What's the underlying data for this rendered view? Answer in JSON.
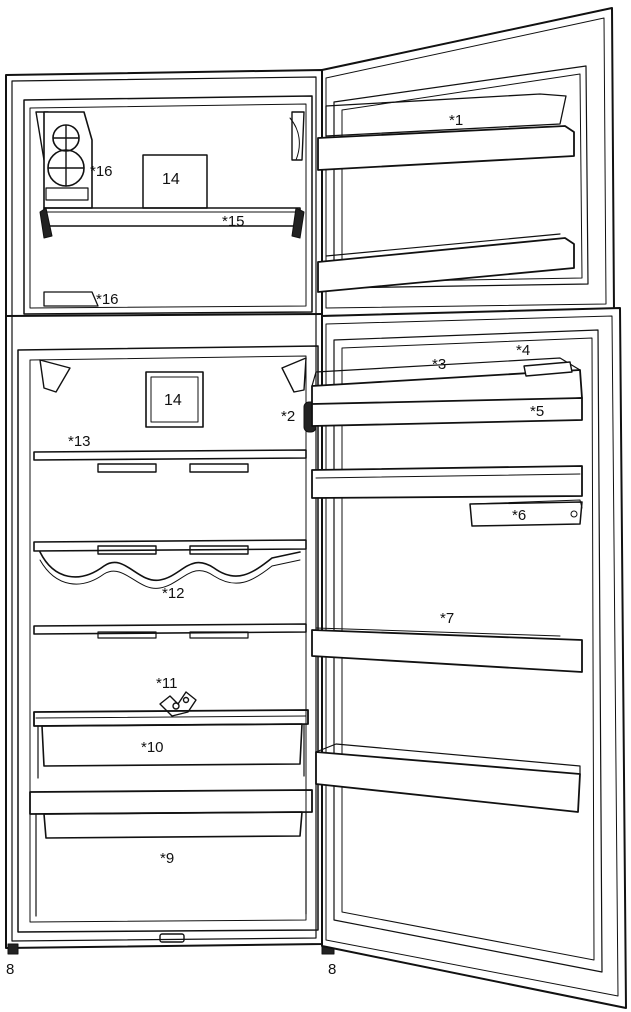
{
  "diagram": {
    "callouts": {
      "c1": "*1",
      "c2": "*2",
      "c3": "*3",
      "c4": "*4",
      "c5": "*5",
      "c6": "*6",
      "c7": "*7",
      "c8a": "8",
      "c8b": "8",
      "c9": "*9",
      "c10": "*10",
      "c11": "*11",
      "c12": "*12",
      "c13": "*13",
      "c14a": "14",
      "c14b": "14",
      "c15": "*15",
      "c16a": "*16",
      "c16b": "*16"
    }
  }
}
